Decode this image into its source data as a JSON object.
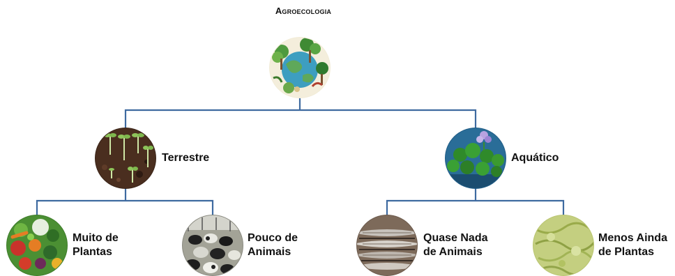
{
  "title": "Agroecologia",
  "branches": [
    {
      "label": "Terrestre",
      "icon": "seedlings-soil-icon",
      "children": [
        {
          "line1": "Muito de",
          "line2": "Plantas",
          "icon": "vegetables-icon"
        },
        {
          "line1": "Pouco de",
          "line2": "Animais",
          "icon": "cattle-herd-icon"
        }
      ]
    },
    {
      "label": "Aquático",
      "icon": "water-hyacinth-icon",
      "children": [
        {
          "line1": "Quase Nada",
          "line2": "de Animais",
          "icon": "fish-icon"
        },
        {
          "line1": "Menos Ainda",
          "line2": "de Plantas",
          "icon": "algae-icon"
        }
      ]
    }
  ],
  "colors": {
    "connector": "#3e6aa0",
    "text": "#111111"
  }
}
